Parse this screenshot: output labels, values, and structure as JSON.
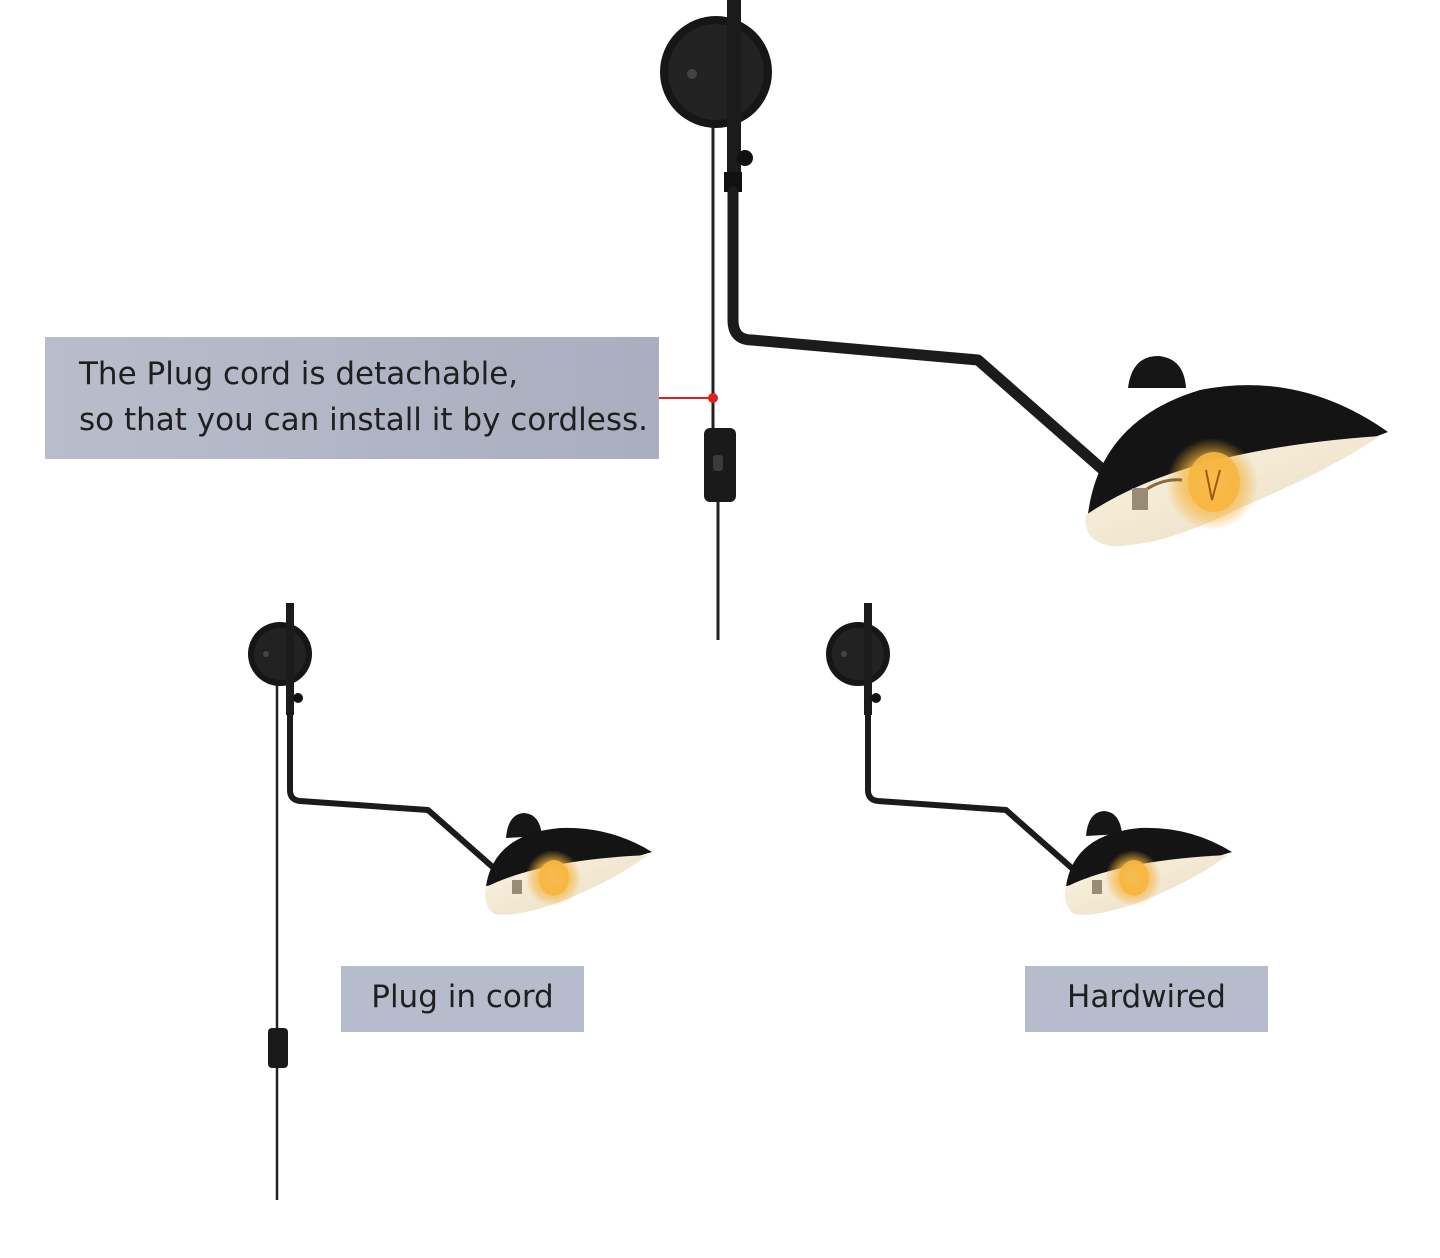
{
  "callout": {
    "line1": "The Plug cord is detachable,",
    "line2": "so that you can install it by cordless."
  },
  "labels": {
    "plug_in_cord": "Plug in cord",
    "hardwired": "Hardwired"
  },
  "colors": {
    "label_background": "#b7bccc",
    "lamp_black": "#1a1a1a",
    "shade_inner": "#f3ead6",
    "bulb_glow": "#f2a629",
    "callout_pointer": "#e0201c"
  }
}
